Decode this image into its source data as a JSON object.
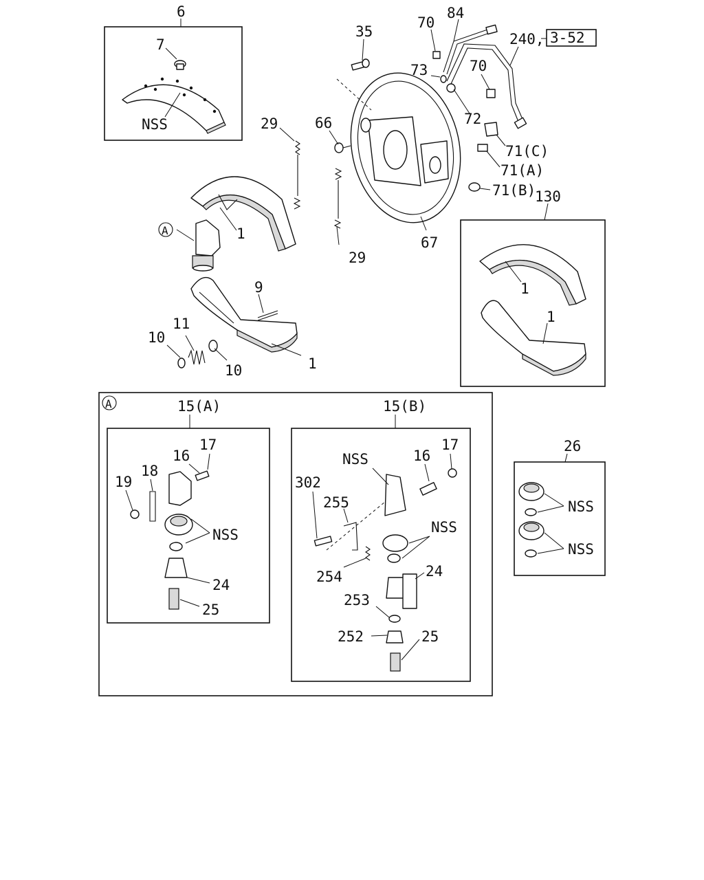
{
  "labels": {
    "l6": "6",
    "l7": "7",
    "nss_lining": "NSS",
    "l29a": "29",
    "l29b": "29",
    "l1a": "1",
    "l1b": "1",
    "l9": "9",
    "l10a": "10",
    "l10b": "10",
    "l11": "11",
    "l35": "35",
    "l66": "66",
    "l67": "67",
    "l70a": "70",
    "l70b": "70",
    "l84": "84",
    "l240": "240,",
    "l73": "73",
    "l72": "72",
    "l71c": "71(C)",
    "l71a": "71(A)",
    "l71b": "71(B)",
    "l130": "130",
    "l1c": "1",
    "l1d": "1",
    "l15a": "15(A)",
    "l15b": "15(B)",
    "l16a": "16",
    "l17a": "17",
    "l18": "18",
    "l19": "19",
    "nss_a": "NSS",
    "l24a": "24",
    "l25a": "25",
    "nss_b1": "NSS",
    "l16b": "16",
    "l17b": "17",
    "l302": "302",
    "l255": "255",
    "nss_b2": "NSS",
    "l254": "254",
    "l24b": "24",
    "l253": "253",
    "l252": "252",
    "l25b": "25",
    "l26": "26",
    "nss_26a": "NSS",
    "nss_26b": "NSS"
  },
  "ref_box": "3-52",
  "callout_letter": "A"
}
